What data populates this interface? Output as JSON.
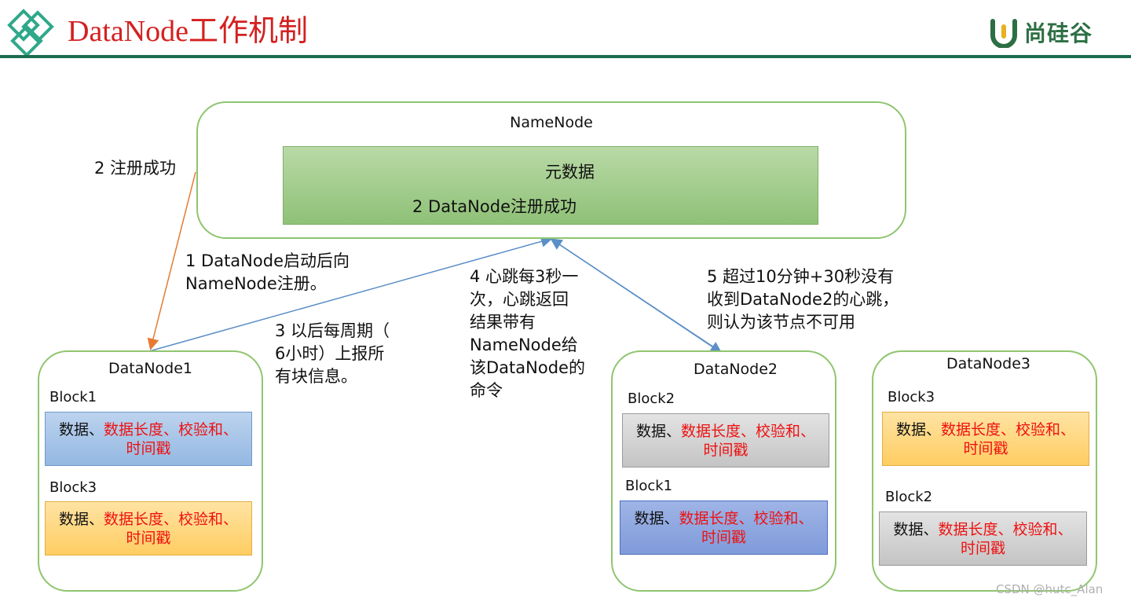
{
  "header": {
    "title": "DataNode工作机制",
    "brand": "尚硅谷",
    "colors": {
      "title": "#d42020",
      "rule": "#1b6b4f",
      "logo": "#2fa88a"
    }
  },
  "namenode": {
    "title": "NameNode",
    "metadata_title": "元数据",
    "metadata_entry": "2 DataNode注册成功"
  },
  "labels": {
    "register_success": "2 注册成功",
    "register_line1": "1 DataNode启动后向",
    "register_line2": "NameNode注册。",
    "report_line1": "3 以后每周期（",
    "report_line2": "6小时）上报所",
    "report_line3": "有块信息。",
    "heartbeat_line1": "4 心跳每3秒一",
    "heartbeat_line2": "次，心跳返回",
    "heartbeat_line3": "结果带有",
    "heartbeat_line4": "NameNode给",
    "heartbeat_line5": "该DataNode的",
    "heartbeat_line6": "命令",
    "timeout_line1": "5 超过10分钟+30秒没有",
    "timeout_line2": "收到DataNode2的心跳，",
    "timeout_line3": "则认为该节点不可用"
  },
  "block_text": {
    "data": "数据、",
    "fields": "数据长度、校验和、",
    "timestamp": "时间戳"
  },
  "datanodes": [
    {
      "title": "DataNode1",
      "blocks": [
        {
          "label": "Block1",
          "color": "blue"
        },
        {
          "label": "Block3",
          "color": "orange"
        }
      ]
    },
    {
      "title": "DataNode2",
      "blocks": [
        {
          "label": "Block2",
          "color": "gray"
        },
        {
          "label": "Block1",
          "color": "blue-dark"
        }
      ]
    },
    {
      "title": "DataNode3",
      "blocks": [
        {
          "label": "Block3",
          "color": "orange"
        },
        {
          "label": "Block2",
          "color": "gray"
        }
      ]
    }
  ],
  "watermark": "CSDN @hutc_Alan"
}
